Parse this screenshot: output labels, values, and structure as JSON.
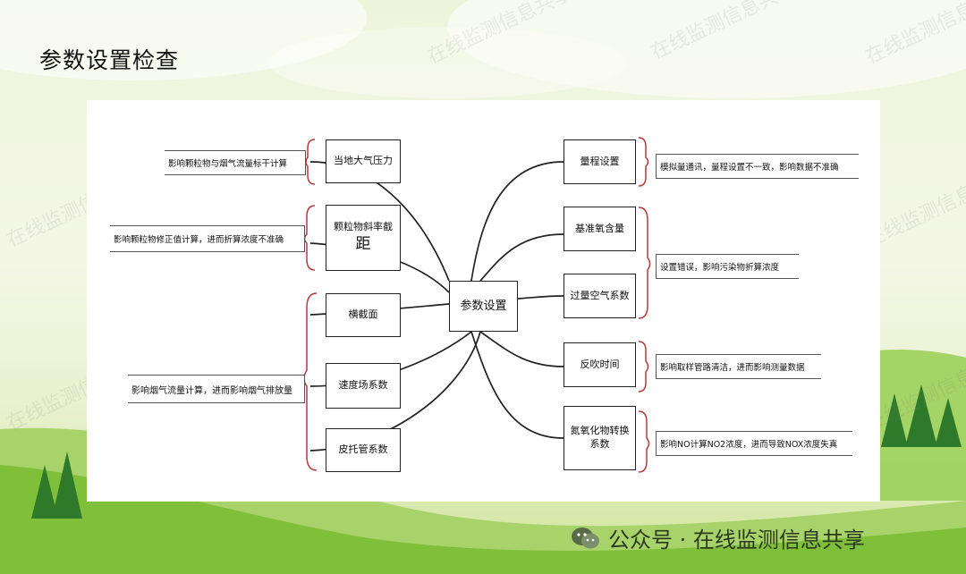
{
  "slide": {
    "title": "参数设置检查"
  },
  "diagram": {
    "center": "参数设置",
    "left_nodes": [
      {
        "id": "atm",
        "label": "当地大气压力"
      },
      {
        "id": "slope",
        "label_line1": "颗粒物斜率截",
        "label_line2": "距"
      },
      {
        "id": "area",
        "label": "横截面"
      },
      {
        "id": "vel",
        "label": "速度场系数"
      },
      {
        "id": "pitot",
        "label": "皮托管系数"
      }
    ],
    "right_nodes": [
      {
        "id": "range",
        "label": "量程设置"
      },
      {
        "id": "o2",
        "label": "基准氧含量"
      },
      {
        "id": "air",
        "label": "过量空气系数"
      },
      {
        "id": "blow",
        "label": "反吹时间"
      },
      {
        "id": "nox",
        "label_line1": "氮氧化物转换",
        "label_line2": "系数"
      }
    ],
    "left_notes": [
      "影响颗粒物与烟气流量标干计算",
      "影响颗粒物修正值计算，进而折算浓度不准确",
      "影响烟气流量计算，进而影响烟气排放量"
    ],
    "right_notes": [
      "模拟量通讯，量程设置不一致，影响数据不准确",
      "设置错误，影响污染物折算浓度",
      "影响取样管路清洁，进而影响测量数据",
      "影响NO计算NO2浓度，进而导致NOX浓度失真"
    ]
  },
  "watermark": "在线监测信息共享",
  "footer": {
    "text": "公众号 · 在线监测信息共享",
    "icon": "wechat-icon"
  },
  "colors": {
    "bracket": "#b83a3a",
    "line": "#222222",
    "grass": "#8cc63f"
  }
}
